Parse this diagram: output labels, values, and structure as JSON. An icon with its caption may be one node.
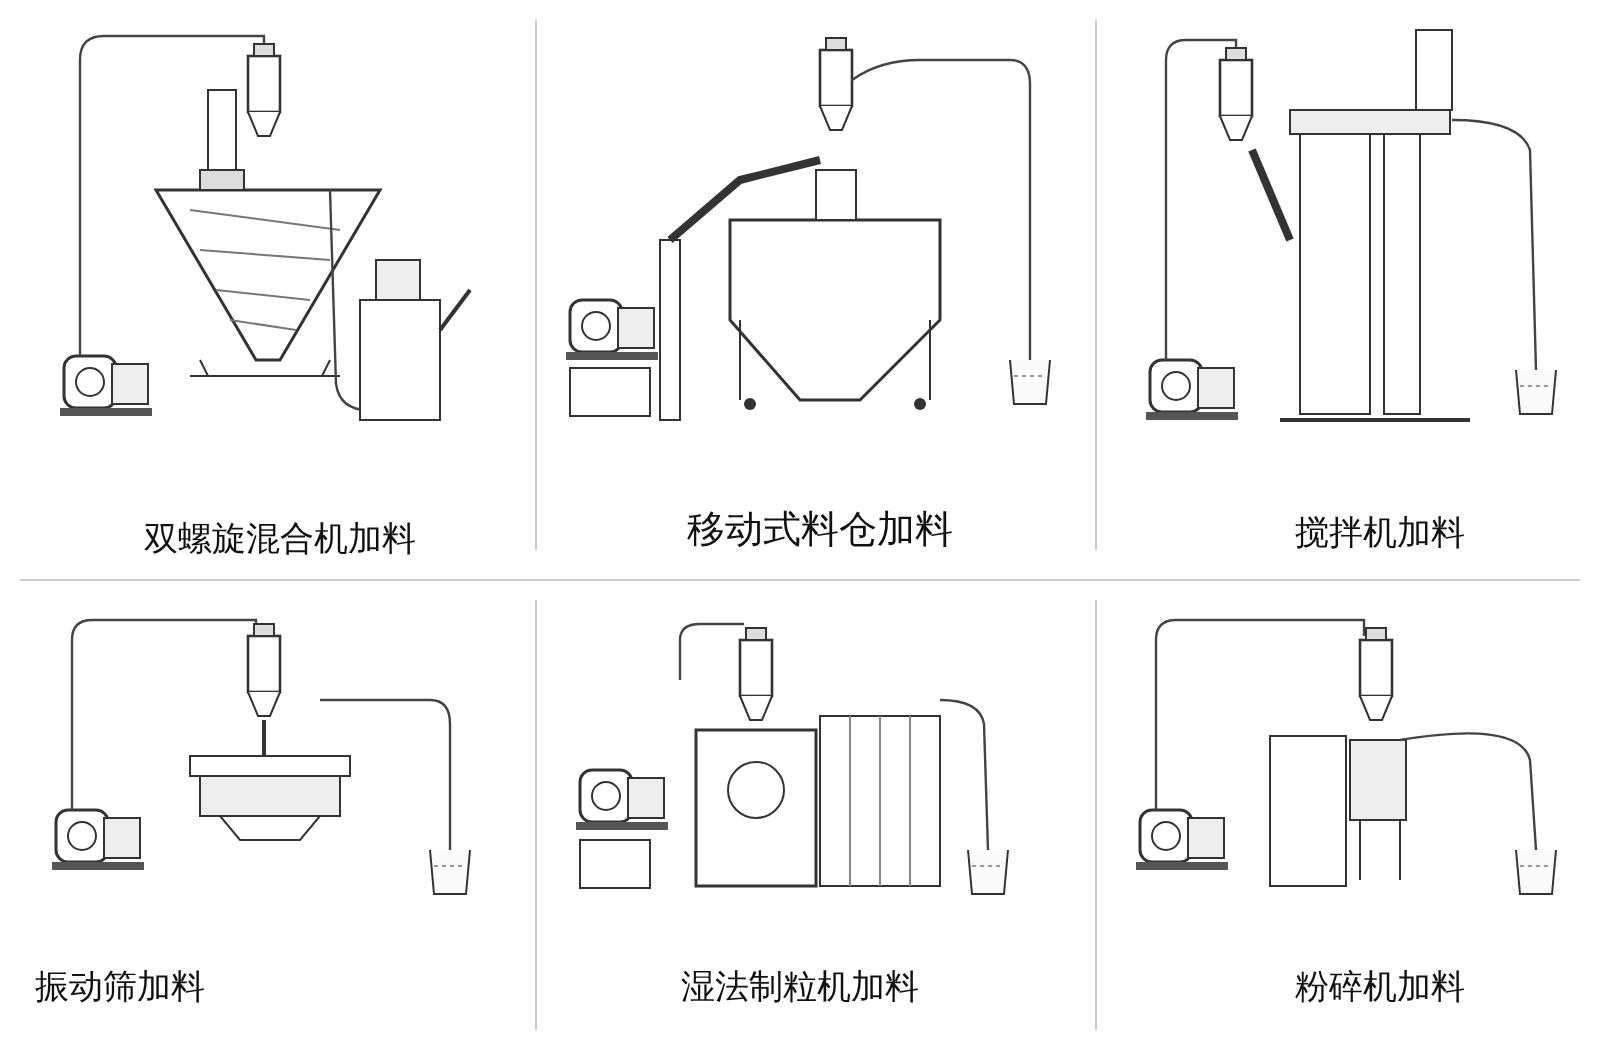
{
  "diagram": {
    "labels": [
      "双螺旋混合机加料",
      "移动式料仓加料",
      "搅拌机加料",
      "振动筛加料",
      "湿法制粒机加料",
      "粉碎机加料"
    ]
  }
}
